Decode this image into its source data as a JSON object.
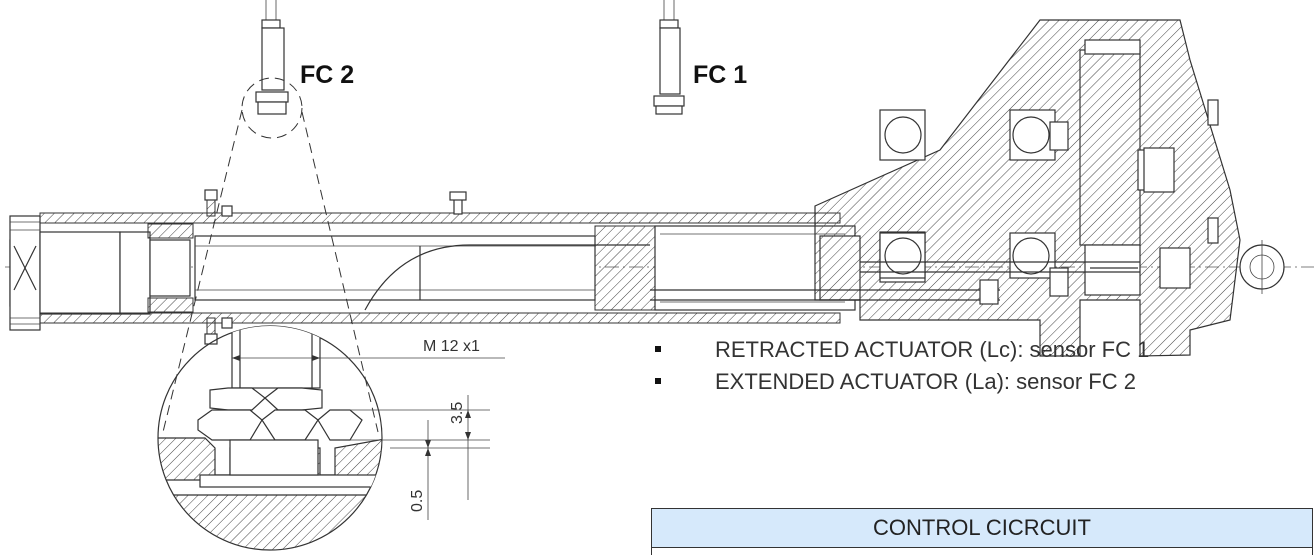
{
  "labels": {
    "fc2": "FC 2",
    "fc1": "FC 1"
  },
  "dimensions": {
    "thread": "M 12 x1",
    "height_a": "3.5",
    "height_b": "0.5"
  },
  "bullets": [
    "RETRACTED ACTUATOR (Lc): sensor FC 1",
    "EXTENDED ACTUATOR (La): sensor FC 2"
  ],
  "control_circuit": {
    "title": "CONTROL CICRCUIT"
  },
  "colors": {
    "header_bg": "#d6e9fb",
    "line": "#333333"
  }
}
